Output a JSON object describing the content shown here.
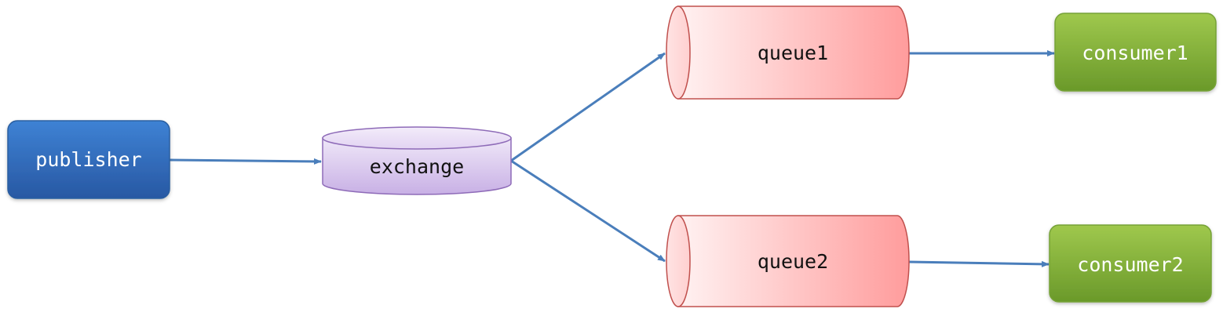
{
  "nodes": {
    "publisher": "publisher",
    "exchange": "exchange",
    "queue1": "queue1",
    "queue2": "queue2",
    "consumer1": "consumer1",
    "consumer2": "consumer2"
  },
  "colors": {
    "arrow": "#4a7ebb",
    "publisher_top": "#3d7fd0",
    "publisher_bottom": "#2a5da8",
    "exchange_fill_top": "#ece3f7",
    "exchange_fill_bottom": "#c9b3e6",
    "exchange_stroke": "#8e6bb8",
    "queue_fill_left": "#ffeeee",
    "queue_fill_right": "#ff9e9e",
    "queue_stroke": "#c0504d",
    "consumer_top": "#9bc44a",
    "consumer_bottom": "#6b9a2a"
  }
}
